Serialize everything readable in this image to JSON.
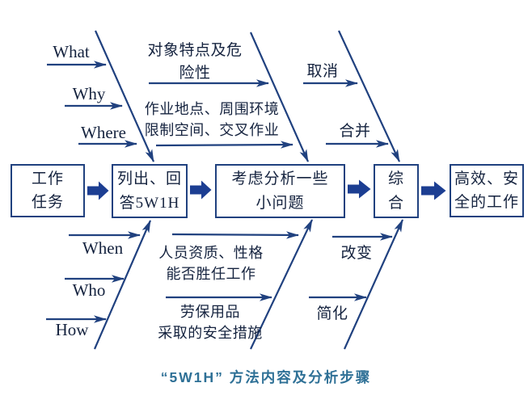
{
  "colors": {
    "background": "#ffffff",
    "line": "#20417f",
    "text": "#15233f",
    "block_arrow": "#1c3e92",
    "caption": "#2e7096"
  },
  "process": {
    "boxes": [
      {
        "id": "work-task",
        "label": "工作\n任务"
      },
      {
        "id": "list-answer-5w1h",
        "label": "列出、回\n答5W1H"
      },
      {
        "id": "analyze-small-problems",
        "label": "考虑分析一些\n小问题"
      },
      {
        "id": "synthesize",
        "label": "综\n合"
      },
      {
        "id": "efficient-safe-work",
        "label": "高效、安\n全的工作"
      }
    ]
  },
  "top_branches": {
    "w_labels": [
      {
        "label": "What"
      },
      {
        "label": "Why"
      },
      {
        "label": "Where"
      }
    ],
    "annotations": [
      {
        "label": "对象特点及危\n险性"
      },
      {
        "label": "作业地点、周围环境\n限制空间、交叉作业"
      },
      {
        "label": "取消"
      },
      {
        "label": "合并"
      }
    ]
  },
  "bottom_branches": {
    "w_labels": [
      {
        "label": "When"
      },
      {
        "label": "Who"
      },
      {
        "label": "How"
      }
    ],
    "annotations": [
      {
        "label": "人员资质、性格\n能否胜任工作"
      },
      {
        "label": "劳保用品\n采取的安全措施"
      },
      {
        "label": "改变"
      },
      {
        "label": "简化"
      }
    ]
  },
  "caption": "“5W1H” 方法内容及分析步骤"
}
